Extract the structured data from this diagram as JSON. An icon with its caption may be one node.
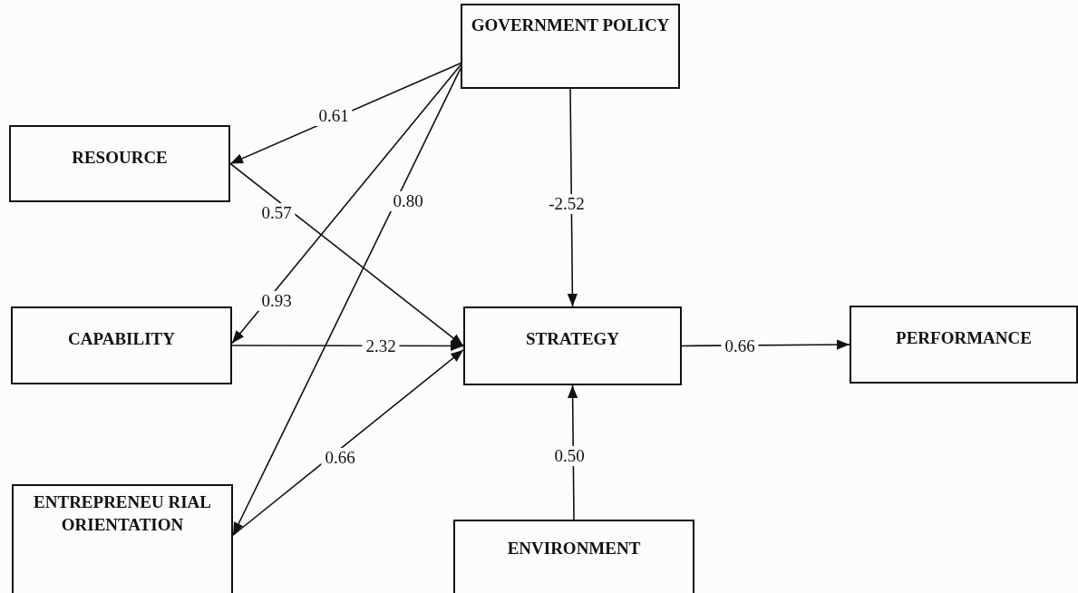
{
  "diagram": {
    "nodes": [
      {
        "text": [
          "GOVERNMENT POLICY"
        ]
      },
      {
        "text": [
          "RESOURCE"
        ]
      },
      {
        "text": [
          "CAPABILITY"
        ]
      },
      {
        "text": [
          "STRATEGY"
        ]
      },
      {
        "text": [
          "PERFORMANCE"
        ]
      },
      {
        "text": [
          "ENTREPRENEU RIAL ORIENTATION"
        ]
      },
      {
        "text": [
          "ENVIRONMENT"
        ]
      }
    ],
    "edges": [
      {
        "from": 0,
        "to": 1,
        "arrow": "to",
        "label": "0.61"
      },
      {
        "from": 0,
        "to": 2,
        "arrow": "to",
        "label": "0.93"
      },
      {
        "from": 0,
        "to": 5,
        "arrow": "to",
        "label": "0.80"
      },
      {
        "from": 1,
        "to": 3,
        "arrow": "to",
        "label": "0.57"
      },
      {
        "from": 2,
        "to": 3,
        "arrow": "to",
        "label": "2.32"
      },
      {
        "from": 5,
        "to": 3,
        "arrow": "to",
        "label": "0.66"
      },
      {
        "from": 0,
        "to": 3,
        "arrow": "to",
        "label": "-2.52"
      },
      {
        "from": 6,
        "to": 3,
        "arrow": "to",
        "label": "0.50"
      },
      {
        "from": 3,
        "to": 4,
        "arrow": "to",
        "label": "0.66"
      }
    ]
  }
}
